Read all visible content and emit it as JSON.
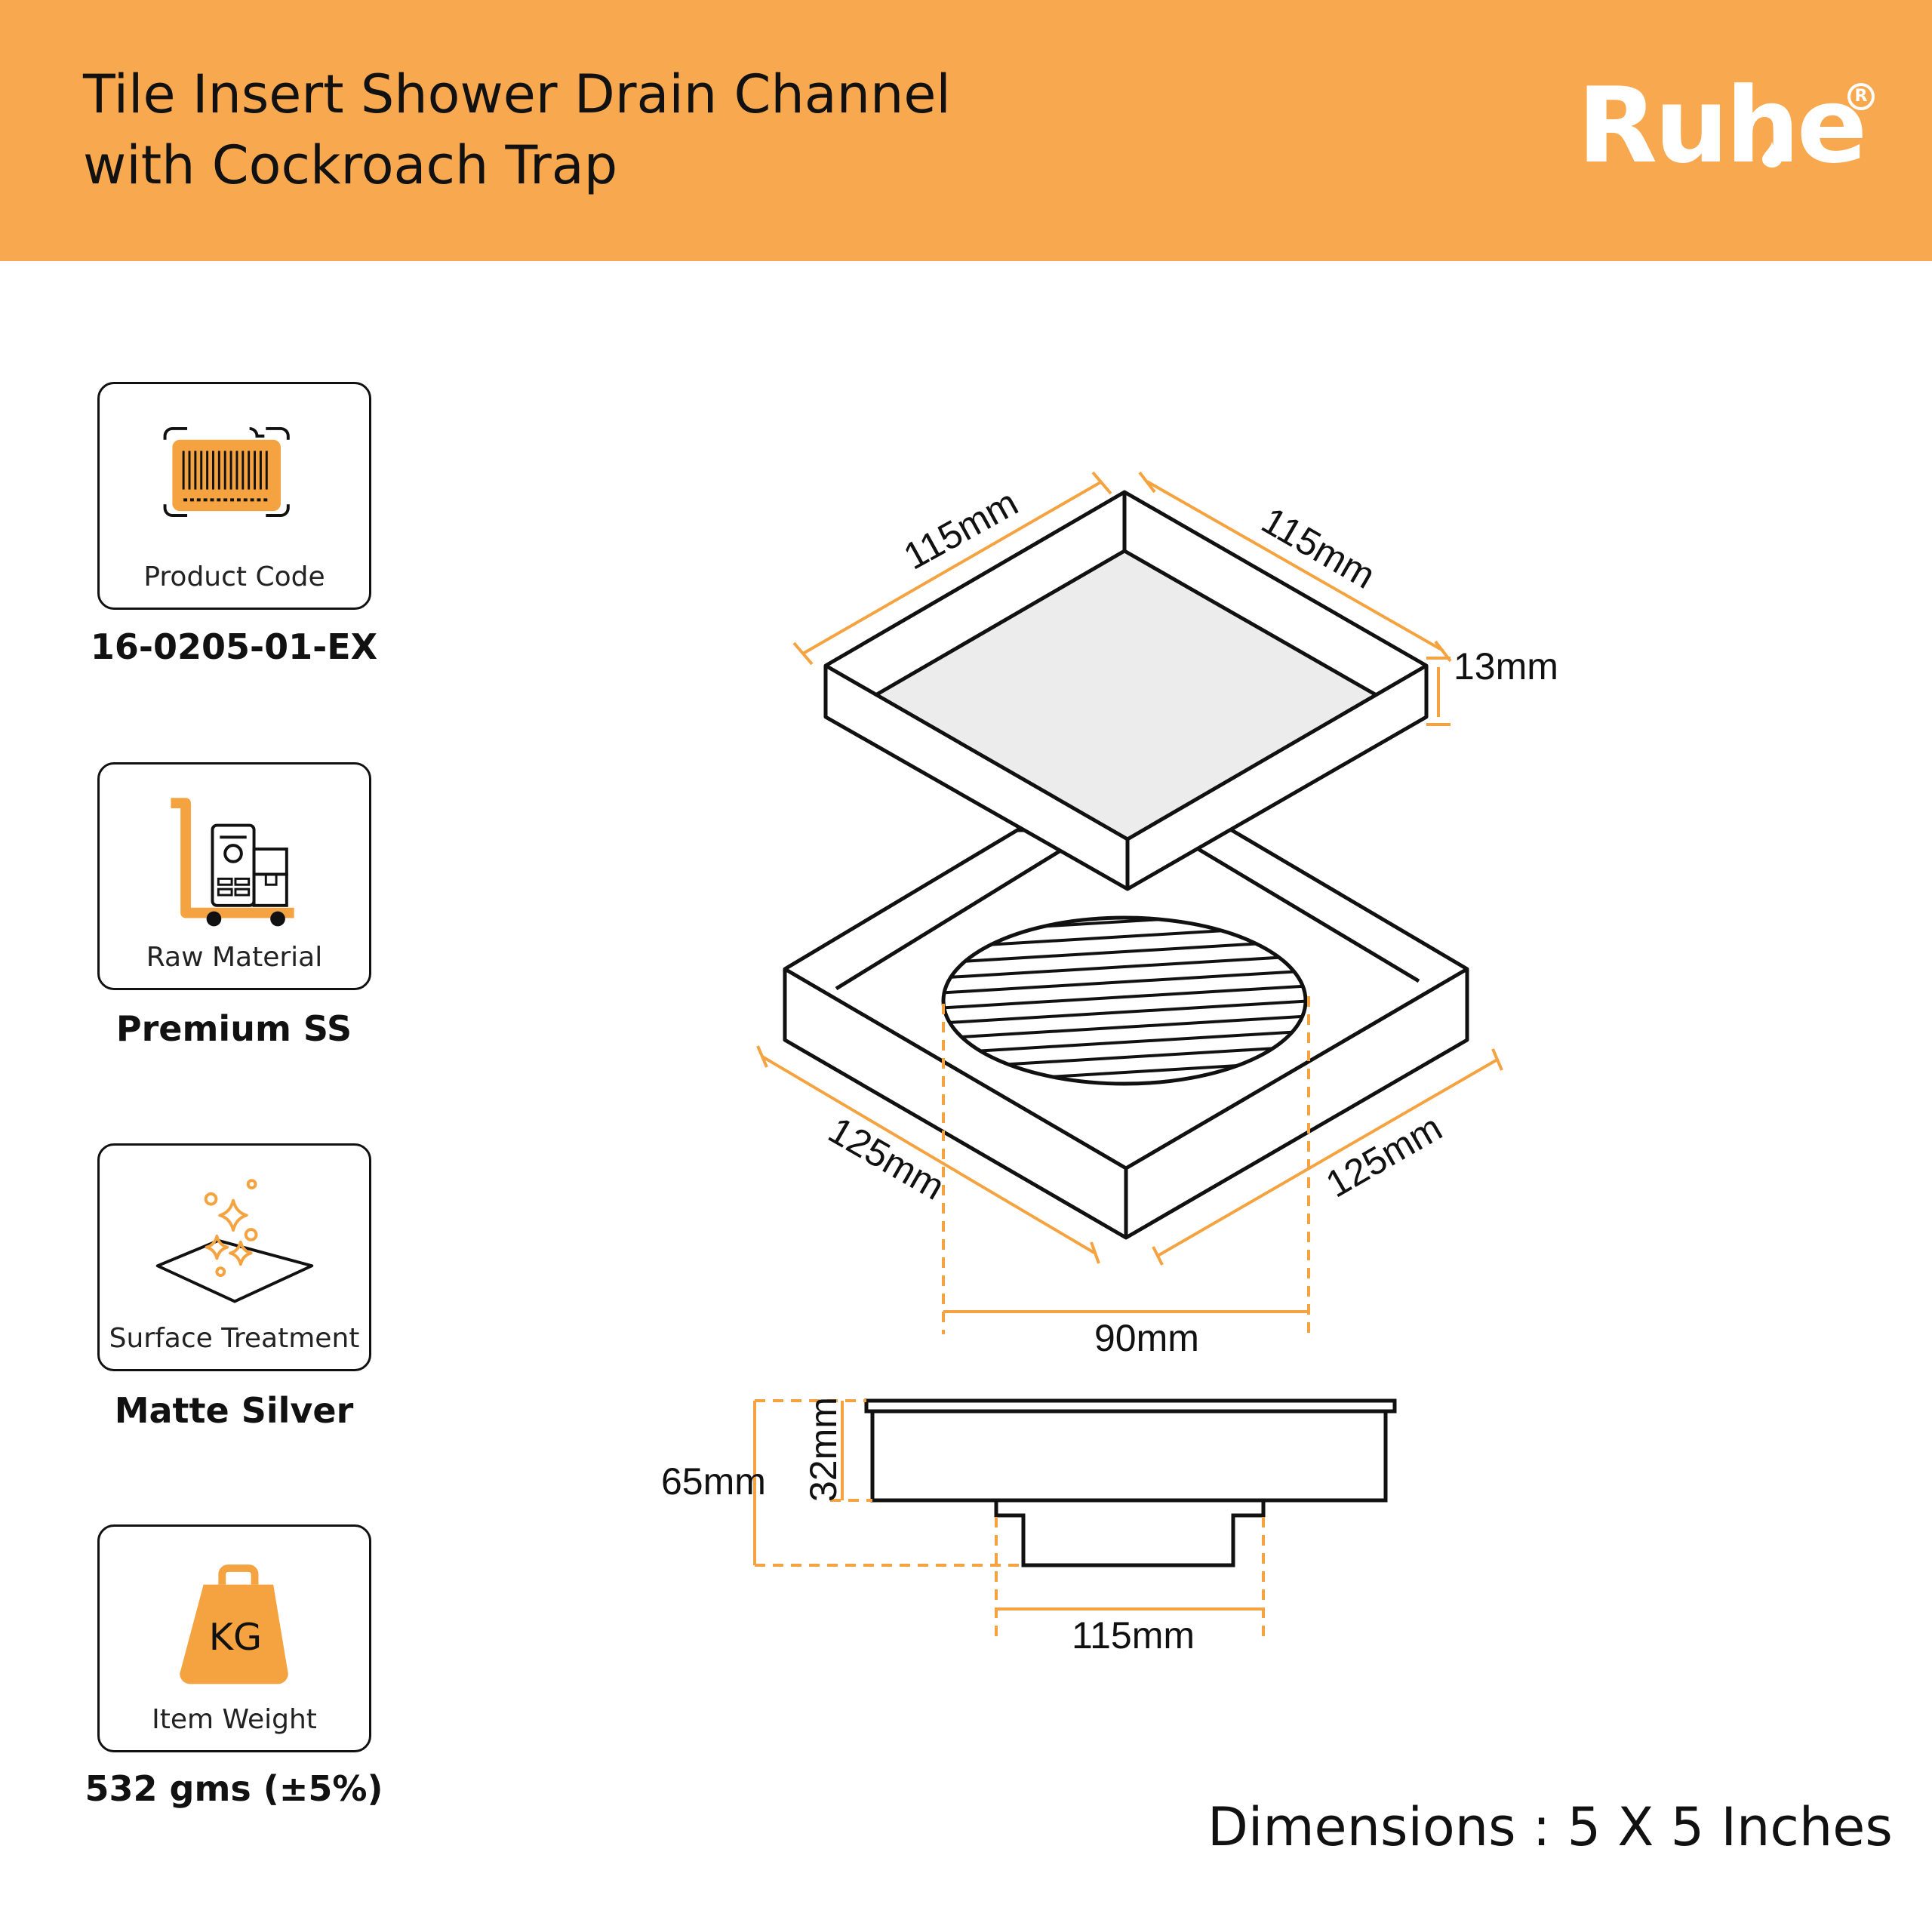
{
  "header": {
    "title_line1": "Tile Insert Shower Drain Channel",
    "title_line2": "with Cockroach Trap",
    "brand": "Ruhe",
    "brand_mark": "R"
  },
  "specs": [
    {
      "label": "Product Code",
      "value": "16-0205-01-EX",
      "icon": "barcode-icon"
    },
    {
      "label": "Raw Material",
      "value": "Premium SS",
      "icon": "material-trolley-icon"
    },
    {
      "label": "Surface Treatment",
      "value": "Matte Silver",
      "icon": "sparkle-surface-icon"
    },
    {
      "label": "Item Weight",
      "value": "532 gms (±5%)",
      "icon": "kg-weight-icon",
      "icon_text": "KG"
    }
  ],
  "dimensions": {
    "top_left": "115mm",
    "top_right": "115mm",
    "top_height": "13mm",
    "base_left": "125mm",
    "base_right": "125mm",
    "grate_width": "90mm",
    "total_height": "65mm",
    "body_height": "32mm",
    "pipe_width": "115mm"
  },
  "footer": {
    "text": "Dimensions : 5 X 5 Inches"
  },
  "colors": {
    "accent": "#f8a94f",
    "dimension_line": "#f4a340",
    "outline": "#111111"
  }
}
